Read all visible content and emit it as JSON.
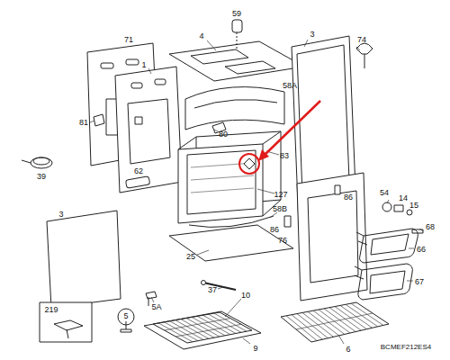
{
  "diagram": {
    "labels": [
      "59",
      "71",
      "4",
      "3",
      "74",
      "1",
      "58A",
      "81",
      "80",
      "83",
      "39",
      "62",
      "127",
      "86",
      "54",
      "14",
      "15",
      "3",
      "58B",
      "86",
      "68",
      "76",
      "66",
      "25",
      "37",
      "5A",
      "10",
      "67",
      "219",
      "5",
      "9",
      "6",
      "BCMEF212ES4"
    ]
  }
}
